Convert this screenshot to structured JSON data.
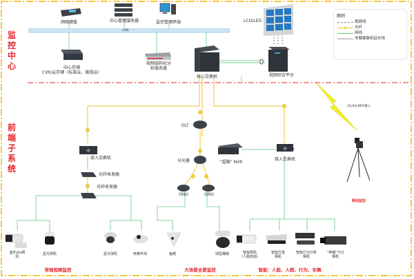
{
  "sections": {
    "monitoring_center": "监控中心",
    "front_end": "前端子系统"
  },
  "legend": {
    "title": "图例",
    "items": [
      {
        "label": "视频线",
        "style": "dashed",
        "color": "#888888"
      },
      {
        "label": "光纤",
        "style": "fiber",
        "color": "#f2c12e"
      },
      {
        "label": "网线",
        "style": "solid",
        "color": "#5cc07a"
      },
      {
        "label": "车载摄像机延长线",
        "style": "solid",
        "color": "#999999"
      }
    ]
  },
  "colors": {
    "fiber": "#f2c12e",
    "network": "#7fd19a",
    "section_border": "#f5b400",
    "divider": "#e8242a",
    "accent_text": "#e8242a",
    "lan_bus": "#a9d3ea"
  },
  "center": {
    "lan_label": "LAN",
    "devices": {
      "keyboard": "网络键盘",
      "central_mgmt_server": "中心管理服务器",
      "client": "监控管理终端",
      "storage": "中心存储",
      "storage_sub": "CVR/云存储（标准云、微视云）",
      "video_analysis": "视频结构化分",
      "video_analysis_sub": "析服务器",
      "core_switch": "核心交换机",
      "lcd": "LCD/LED",
      "video_platform": "视频综合平台"
    }
  },
  "front": {
    "wireless": "3G/4G/WIFI接入",
    "mobile": "移动监控",
    "olt": "OLT",
    "splitter": "分光器",
    "onu1": "ONU",
    "onu2": "ONU",
    "nvr": "“超脑” NVR",
    "access_switch_left": "接入交换机",
    "access_switch_right": "接入交换机",
    "fiber_tx1": "光纤收发器",
    "fiber_tx2": "光纤收发器"
  },
  "cameras": [
    {
      "label": "室外ptz网",
      "label2": "机"
    },
    {
      "label": "星光球机",
      "label2": ""
    },
    {
      "label": "星光球机",
      "label2": ""
    },
    {
      "label": "电梯半球",
      "label2": ""
    },
    {
      "label": "鱼眼",
      "label2": ""
    },
    {
      "label": "球型鹰眼",
      "label2": ""
    },
    {
      "label": "智能网机",
      "label2": "（人脸抓拍）"
    },
    {
      "label": "智能方盒",
      "label2": "相机"
    },
    {
      "label": "智能行为分析",
      "label2": "相机"
    },
    {
      "label": "“神捕”卡口",
      "label2": "相机"
    }
  ],
  "groups": {
    "regular": "常规视频监控",
    "panorama": "大场景全景监控",
    "smart": "智能：人脸、人群、行为、车辆"
  }
}
